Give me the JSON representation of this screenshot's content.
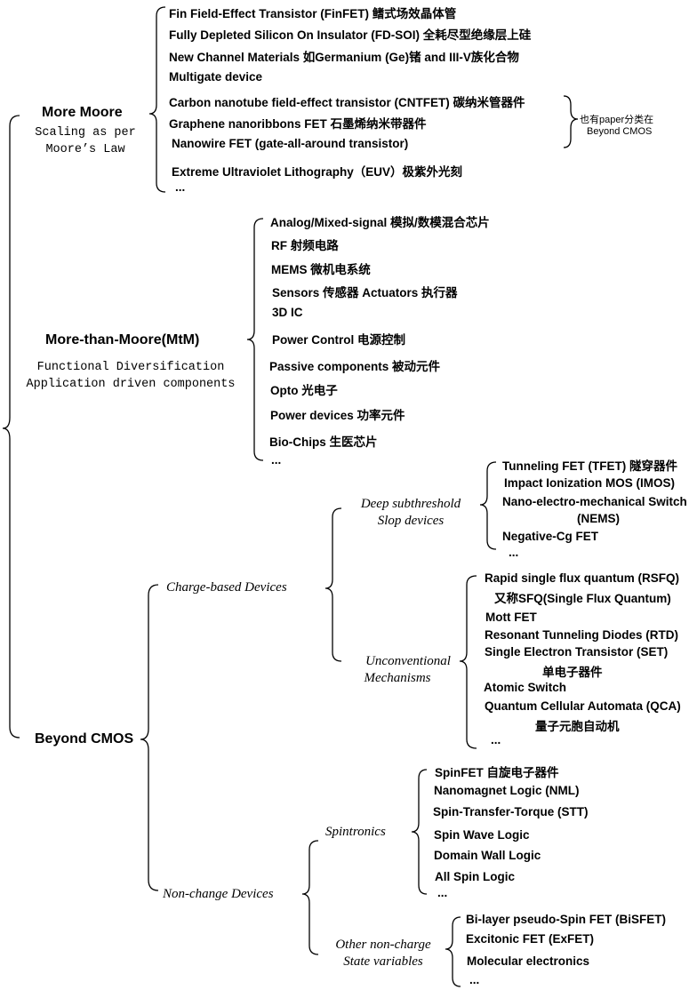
{
  "more_moore": {
    "title": "More Moore",
    "subtitle_l1": "Scaling as per",
    "subtitle_l2": "Moore’s Law",
    "items": [
      "Fin Field-Effect Transistor (FinFET) 鳍式场效晶体管",
      "Fully Depleted Silicon On Insulator (FD-SOI) 全耗尽型绝缘层上硅",
      "New Channel Materials 如Germanium (Ge)锗 and III-V族化合物",
      "Multigate device",
      "Carbon nanotube field-effect transistor (CNTFET)  碳纳米管器件",
      "Graphene nanoribbons FET 石墨烯纳米带器件",
      "Nanowire FET (gate-all-around transistor)",
      "Extreme Ultraviolet  Lithography（EUV）极紫外光刻",
      "..."
    ],
    "note_l1": "也有paper分类在",
    "note_l2": "Beyond CMOS"
  },
  "mtm": {
    "title": "More-than-Moore(MtM)",
    "subtitle_l1": "Functional Diversification",
    "subtitle_l2": "Application driven components",
    "items": [
      "Analog/Mixed-signal 模拟/数模混合芯片",
      "RF 射频电路",
      "MEMS 微机电系统",
      "Sensors 传感器    Actuators 执行器",
      "3D IC",
      "Power Control 电源控制",
      "Passive components 被动元件",
      "Opto 光电子",
      "Power devices 功率元件",
      "Bio-Chips 生医芯片",
      "..."
    ]
  },
  "beyond": {
    "title": "Beyond CMOS",
    "charge": {
      "label": "Charge-based Devices",
      "deep": {
        "label_l1": "Deep subthreshold",
        "label_l2": "Slop devices",
        "items": [
          "Tunneling FET (TFET) 隧穿器件",
          "Impact Ionization MOS (IMOS)",
          "Nano-electro-mechanical Switch",
          "(NEMS)",
          "Negative-Cg FET",
          "..."
        ]
      },
      "unconv": {
        "label_l1": "Unconventional",
        "label_l2": "Mechanisms",
        "items": [
          "Rapid single flux quantum (RSFQ)",
          "又称SFQ(Single Flux Quantum)",
          "Mott FET",
          "Resonant Tunneling Diodes (RTD)",
          "Single Electron Transistor (SET)",
          "单电子器件",
          "Atomic Switch",
          "Quantum Cellular Automata (QCA)",
          "量子元胞自动机",
          "..."
        ]
      }
    },
    "nonchange": {
      "label": "Non-change Devices",
      "spin": {
        "label": "Spintronics",
        "items": [
          "SpinFET 自旋电子器件",
          "Nanomagnet Logic (NML)",
          "Spin-Transfer-Torque (STT)",
          "Spin Wave Logic",
          "Domain Wall Logic",
          "All Spin Logic",
          "..."
        ]
      },
      "other": {
        "label_l1": "Other non-charge",
        "label_l2": "State variables",
        "items": [
          "Bi-layer pseudo-Spin FET (BiSFET)",
          "Excitonic FET (ExFET)",
          "Molecular electronics",
          "..."
        ]
      }
    }
  }
}
